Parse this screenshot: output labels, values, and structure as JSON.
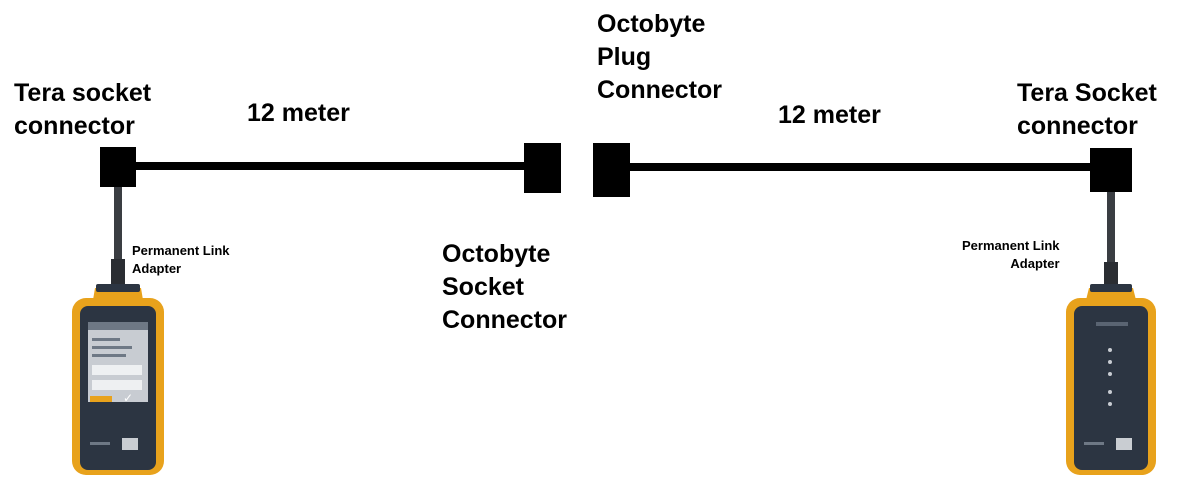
{
  "labels": {
    "left_connector": "Tera socket\nconnector",
    "left_length": "12 meter",
    "middle_plug": "Octobyte\nPlug\nConnector",
    "right_length": "12 meter",
    "right_connector": "Tera Socket\nconnector",
    "middle_socket": "Octobyte\nSocket\nConnector",
    "left_adapter": "Permanent Link\nAdapter",
    "right_adapter": "Permanent Link\nAdapter"
  },
  "colors": {
    "cable": "#000000",
    "tester_body": "#e8a21c",
    "tester_face": "#2c3542",
    "screen": "#c8ccd2"
  }
}
